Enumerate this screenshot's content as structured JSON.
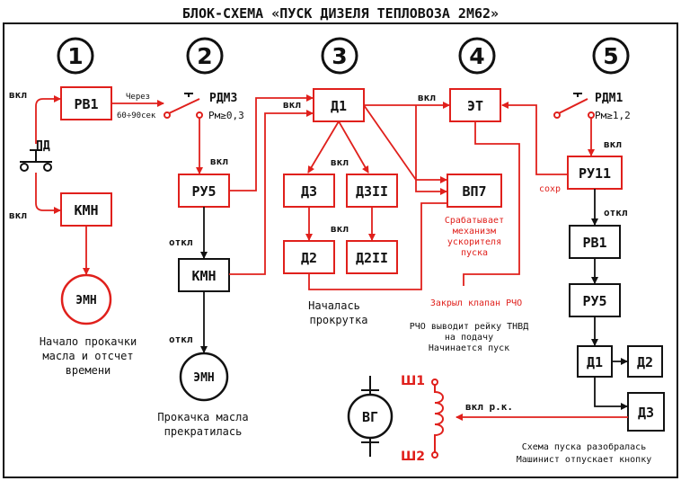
{
  "title": "БЛОК-СХЕМА «ПУСК ДИЗЕЛЯ ТЕПЛОВОЗА 2М62»",
  "colors": {
    "red": "#e0201c",
    "black": "#111111",
    "bg": "#ffffff"
  },
  "steps": [
    "1",
    "2",
    "3",
    "4",
    "5"
  ],
  "blocks": {
    "rv1_a": "РВ1",
    "kmn_a": "КМН",
    "emn_a": "ЭМН",
    "ru5_a": "РУ5",
    "kmn_b": "КМН",
    "emn_b": "ЭМН",
    "d1_a": "Д1",
    "d3_a": "Д3",
    "d3ii": "Д3II",
    "d2_a": "Д2",
    "d2ii": "Д2II",
    "et": "ЭТ",
    "vp7": "ВП7",
    "ru11": "РУ11",
    "rv1_b": "РВ1",
    "ru5_b": "РУ5",
    "d1_b": "Д1",
    "d2_b": "Д2",
    "d3_b": "Д3",
    "vg": "ВГ"
  },
  "labels": {
    "pd": "ПД",
    "vkl_rv1": "вкл",
    "vkl_kmn": "вкл",
    "cherez": "Через",
    "cherez_time": "60÷90сек",
    "rdm3": "РДМ3",
    "rdm3_p": "Рм≥0,3",
    "vkl_ru5": "вкл",
    "otkl_kmn": "откл",
    "otkl_emn": "откл",
    "vkl_d1": "вкл",
    "vkl_d3": "вкл",
    "vkl_d2": "вкл",
    "vkl_et": "вкл",
    "rdm1": "РДМ1",
    "rdm1_p": "Рм≥1,2",
    "vkl_ru11": "вкл",
    "sohr": "сохр",
    "otkl_rv1": "откл",
    "vkl_rk": "вкл р.к.",
    "sh1": "Ш1",
    "sh2": "Ш2"
  },
  "notes": {
    "step1_l1": "Начало прокачки",
    "step1_l2": "масла и отсчет",
    "step1_l3": "времени",
    "step2_l1": "Прокачка масла",
    "step2_l2": "прекратилась",
    "step3_l1": "Началась",
    "step3_l2": "прокрутка",
    "vp7_l1": "Срабатывает",
    "vp7_l2": "механизм",
    "vp7_l3": "ускорителя",
    "vp7_l4": "пуска",
    "rcho_closed": "Закрыл клапан РЧО",
    "rcho_l1": "РЧО выводит рейку ТНВД",
    "rcho_l2": "на подачу",
    "rcho_l3": "Начинается пуск",
    "end_l1": "Схема пуска разобралась",
    "end_l2": "Машинист отпускает кнопку"
  }
}
